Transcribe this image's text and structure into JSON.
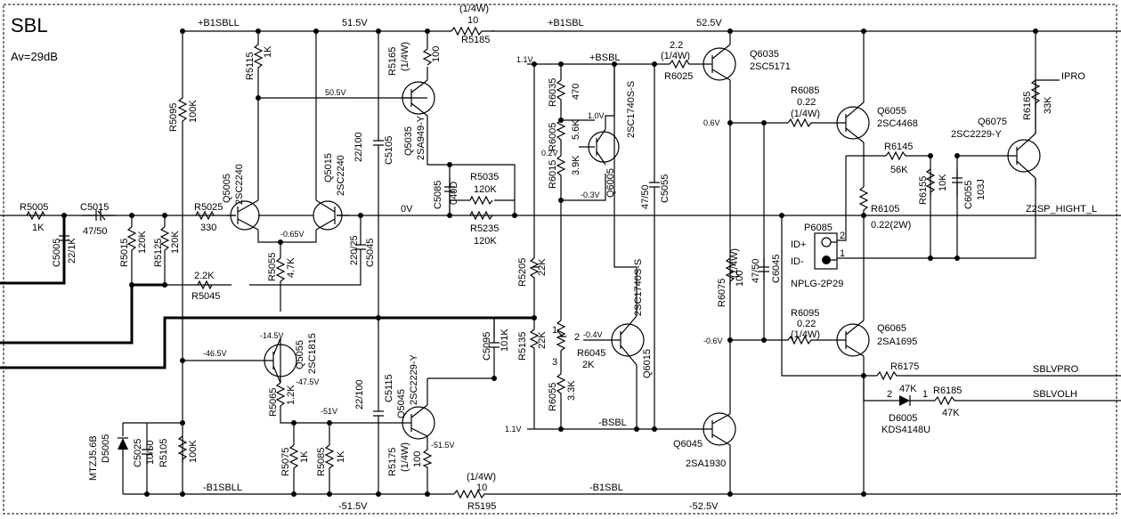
{
  "header": {
    "title": "SBL",
    "gain": "Av=29dB"
  },
  "rails": {
    "b1sbll": "+B1SBLL",
    "v515": "51.5V",
    "r5185_spec": "(1/4W)",
    "r5185_val": "10",
    "r5185": "R5185",
    "b1sbl": "+B1SBL",
    "v525": "52.5V",
    "nb1sbll": "-B1SBLL",
    "vn515": "-51.5V",
    "r5195_spec": "(1/4W)",
    "r5195_val": "10",
    "r5195": "R5195",
    "nb1sbl": "-B1SBL",
    "vn525": "-52.5V",
    "bsbl": "+BSBL",
    "nbsbl": "-BSBL",
    "v11a": "1.1V",
    "v11b": "1.1V",
    "zero": "0V"
  },
  "parts": {
    "r5005": "R5005",
    "r5005v": "1K",
    "c5015": "C5015",
    "c5015v": "47/50",
    "c5005": "C5005",
    "c5005v": "22/1K",
    "r5015": "R5015",
    "r5015v": "120K",
    "r5125": "R5125",
    "r5125v": "120K",
    "r5025": "R5025",
    "r5025v": "330",
    "r5045": "R5045",
    "r5045v": "2.2K",
    "r5095": "R5095",
    "r5095v": "100K",
    "r5115": "R5115",
    "r5115v": "1K",
    "q5005": "Q5005",
    "q5005t": "2SC2240",
    "q5015": "Q5015",
    "q5015t": "2SC2240",
    "v065": "-0.65V",
    "r5055": "R5055",
    "r5055v": "4.7K",
    "c5045": "C5045",
    "c5045v": "220/25",
    "c5105": "C5105",
    "c5105v": "22/100",
    "r5165": "R5165",
    "r5165s": "(1/4W)",
    "r5165v": "100",
    "v505": "50.5V",
    "q5035": "Q5035",
    "q5035t": "2SA949-Y",
    "c5085": "C5085",
    "c5085v": "040D",
    "r5035": "R5035",
    "r5035v": "120K",
    "r5235": "R5235",
    "r5235v": "120K",
    "r6035": "R6035",
    "r6035v": "470",
    "r6005": "R6005",
    "r6005v": "5.6K",
    "v10": "1.0V",
    "v02": "0.2V",
    "r6015": "R6015",
    "r6015v": "3.9K",
    "vn03": "-0.3V",
    "q6005": "Q6005",
    "q6005t": "2SC1740S-S",
    "c5055": "C5055",
    "c5055v": "47/50",
    "r6025": "R6025",
    "r6025s": "(1/4W)",
    "r6025v": "2.2",
    "q6035": "Q6035",
    "q6035t": "2SC5171",
    "r6085": "R6085",
    "r6085v": "0.22",
    "r6085s": "(1/4W)",
    "q6055": "Q6055",
    "q6055t": "2SC4468",
    "v06": "0.6V",
    "q6075": "Q6075",
    "q6075t": "2SC2229-Y",
    "r6165": "R6165",
    "r6165v": "33K",
    "ipro": "IPRO",
    "r6145": "R6145",
    "r6145v": "56K",
    "r6155": "R6155",
    "r6155v": "10K",
    "c6055": "C6055",
    "c6055v": "103J",
    "r6105": "R6105",
    "r6105v": "0.22(2W)",
    "z2sp": "Z2SP_HIGHT_L",
    "p6085": "P6085",
    "p2": "2",
    "p1": "1",
    "idp": "ID+",
    "idn": "ID-",
    "nplg": "NPLG-2P29",
    "r6075": "R6075",
    "r6075s": "(1/4W)",
    "r6075v": "100",
    "c6045": "C6045",
    "c6045v": "47/50",
    "r5205": "R5205",
    "r5205v": "22K",
    "r6045": "R6045",
    "r6045v": "2K",
    "pin1": "1",
    "pin2": "2",
    "pin3": "3",
    "vn04": "-0.4V",
    "q6015": "Q6015",
    "q6015t": "2SC1740S-S",
    "r6095": "R6095",
    "r6095v": "0.22",
    "r6095s": "(1/4W)",
    "q6065": "Q6065",
    "q6065t": "2SA1695",
    "vn06": "-0.6V",
    "r6175": "R6175",
    "r6175v": "47K",
    "sblvpro": "SBLVPRO",
    "d2": "2",
    "d1": "1",
    "r6185": "R6185",
    "r6185v": "47K",
    "sblvolh": "SBLVOLH",
    "d6005": "D6005",
    "d6005t": "KDS4148U",
    "c5095": "C5095",
    "c5095v": "101K",
    "r5135": "R5135",
    "r5135v": "22K",
    "r6055": "R6055",
    "r6055v": "3.3K",
    "q6045": "Q6045",
    "q6045t": "2SA1930",
    "c5115": "C5115",
    "c5115v": "22/100",
    "q5045": "Q5045",
    "q5045t": "2SC2229-Y",
    "vn51": "-51V",
    "vn515b": "-51.5V",
    "v465": "-46.5V",
    "v145": "-14.5V",
    "v475": "-47.5V",
    "q5055": "Q5055",
    "q5055t": "2SC1815",
    "r5065": "R5065",
    "r5065v": "1.2K",
    "r5075": "R5075",
    "r5075v": "1K",
    "r5085": "R5085",
    "r5085v": "1K",
    "r5175": "R5175",
    "r5175s": "(1/4W)",
    "r5175v": "100",
    "c5025": "C5025",
    "c5025v": "10/50",
    "r5105": "R5105",
    "r5105v": "100K",
    "d5005": "D5005",
    "d5005t": "MTZJ5.6B"
  }
}
